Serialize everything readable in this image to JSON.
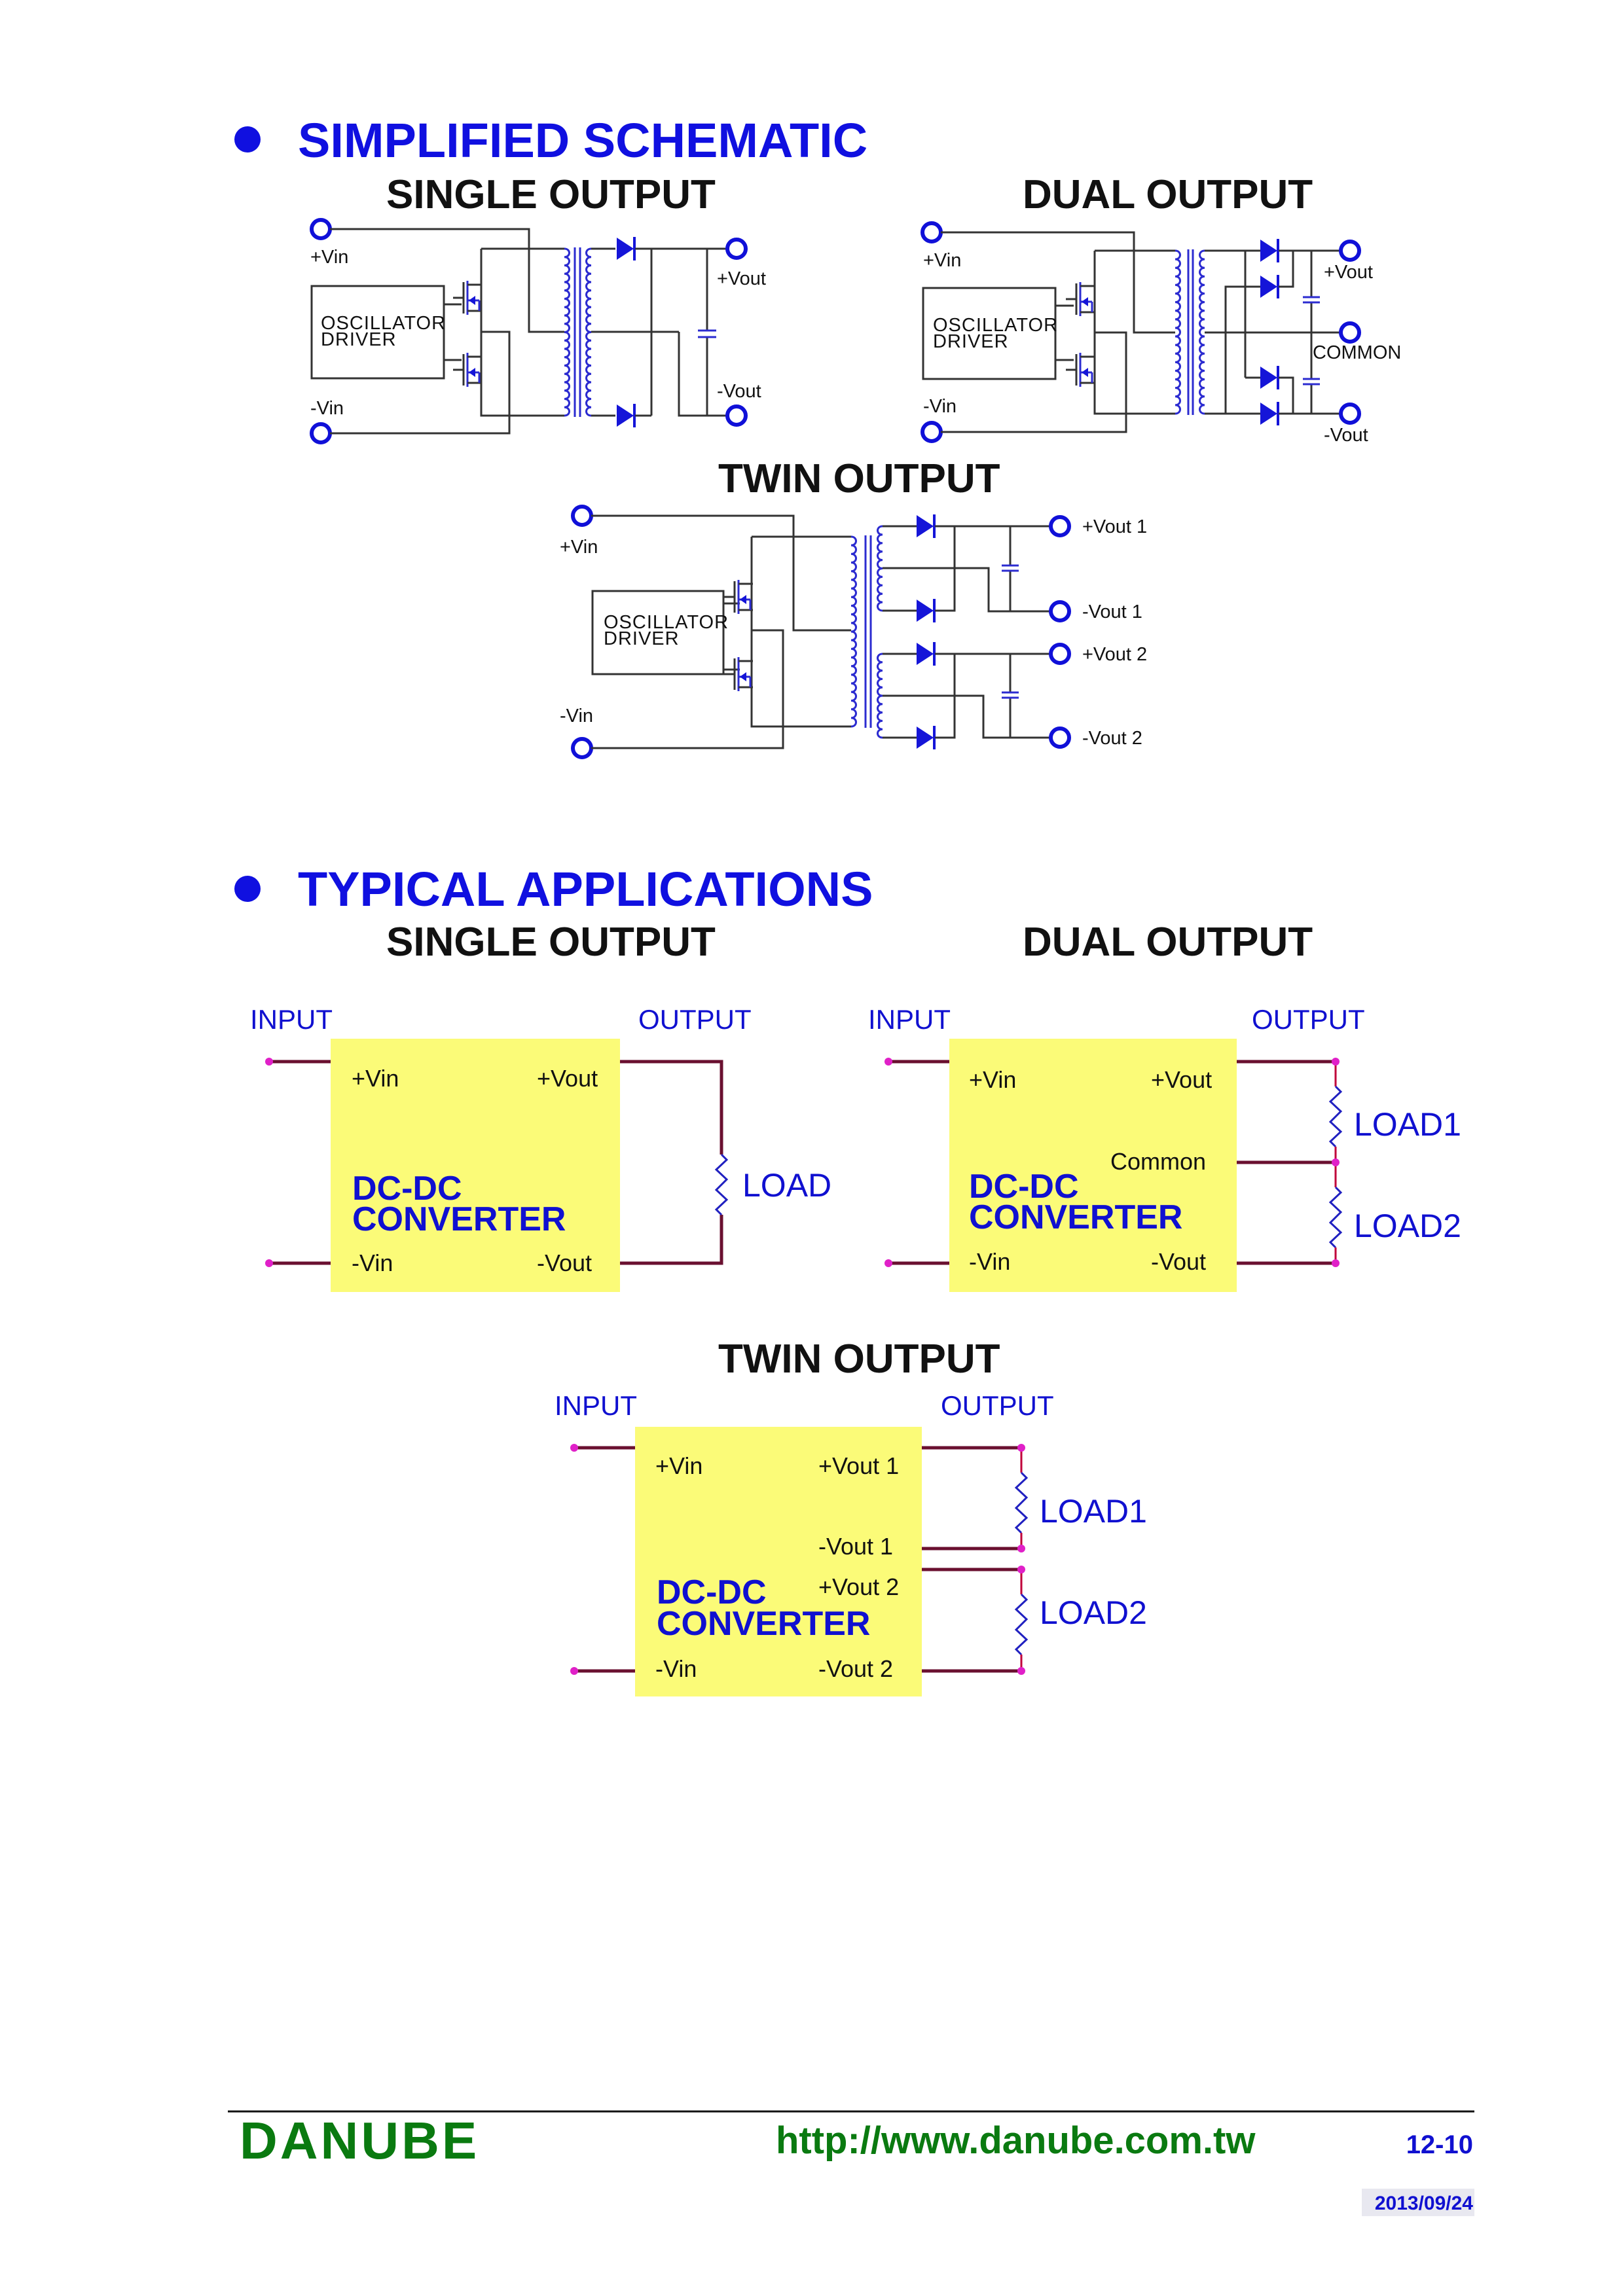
{
  "sections": {
    "schematic": {
      "title": "SIMPLIFIED SCHEMATIC",
      "single": {
        "title": "SINGLE OUTPUT",
        "vin_pos": "+Vin",
        "vin_neg": "-Vin",
        "block_line1": "OSCILLATOR",
        "block_line2": "DRIVER",
        "vout_pos": "+Vout",
        "vout_neg": "-Vout"
      },
      "dual": {
        "title": "DUAL OUTPUT",
        "vin_pos": "+Vin",
        "vin_neg": "-Vin",
        "block_line1": "OSCILLATOR",
        "block_line2": "DRIVER",
        "vout_pos": "+Vout",
        "common": "COMMON",
        "vout_neg": "-Vout"
      },
      "twin": {
        "title": "TWIN OUTPUT",
        "vin_pos": "+Vin",
        "vin_neg": "-Vin",
        "block_line1": "OSCILLATOR",
        "block_line2": "DRIVER",
        "vout1_pos": "+Vout 1",
        "vout1_neg": "-Vout 1",
        "vout2_pos": "+Vout 2",
        "vout2_neg": "-Vout 2"
      }
    },
    "applications": {
      "title": "TYPICAL APPLICATIONS",
      "single": {
        "title": "SINGLE OUTPUT",
        "input": "INPUT",
        "output": "OUTPUT",
        "vin_pos": "+Vin",
        "vin_neg": "-Vin",
        "vout_pos": "+Vout",
        "vout_neg": "-Vout",
        "conv_line1": "DC-DC",
        "conv_line2": "CONVERTER",
        "load": "LOAD"
      },
      "dual": {
        "title": "DUAL OUTPUT",
        "input": "INPUT",
        "output": "OUTPUT",
        "vin_pos": "+Vin",
        "vin_neg": "-Vin",
        "vout_pos": "+Vout",
        "common": "Common",
        "vout_neg": "-Vout",
        "conv_line1": "DC-DC",
        "conv_line2": "CONVERTER",
        "load1": "LOAD1",
        "load2": "LOAD2"
      },
      "twin": {
        "title": "TWIN OUTPUT",
        "input": "INPUT",
        "output": "OUTPUT",
        "vin_pos": "+Vin",
        "vin_neg": "-Vin",
        "vout1_pos": "+Vout 1",
        "vout1_neg": "-Vout 1",
        "vout2_pos": "+Vout 2",
        "vout2_neg": "-Vout 2",
        "conv_line1": "DC-DC",
        "conv_line2": "CONVERTER",
        "load1": "LOAD1",
        "load2": "LOAD2"
      }
    }
  },
  "footer": {
    "brand": "DANUBE",
    "url": "http://www.danube.com.tw",
    "page": "12-10",
    "date": "2013/09/24"
  },
  "colors": {
    "heading": "#1010e0",
    "brand": "#0a7a10",
    "converter_fill": "#fbfb78",
    "terminal": "#1010d8"
  }
}
